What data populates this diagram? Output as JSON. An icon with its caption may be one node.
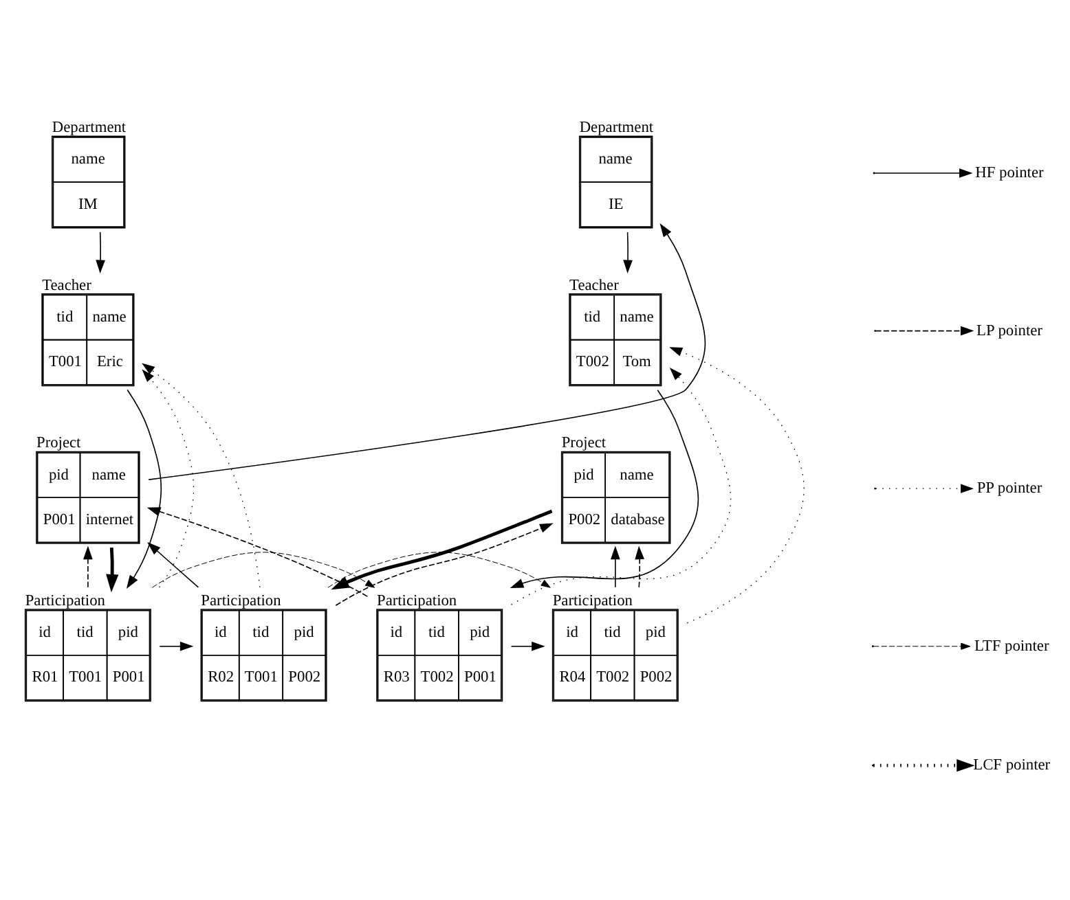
{
  "diagram": {
    "nodes": [
      {
        "text": [
          "Department",
          "name",
          "IM"
        ]
      },
      {
        "text": [
          "Department",
          "name",
          "IE"
        ]
      },
      {
        "text": [
          "Teacher",
          "tid",
          "name",
          "T001",
          "Eric"
        ]
      },
      {
        "text": [
          "Teacher",
          "tid",
          "name",
          "T002",
          "Tom"
        ]
      },
      {
        "text": [
          "Project",
          "pid",
          "name",
          "P001",
          "internet"
        ]
      },
      {
        "text": [
          "Project",
          "pid",
          "name",
          "P002",
          "database"
        ]
      },
      {
        "text": [
          "Participation",
          "id",
          "tid",
          "pid",
          "R01",
          "T001",
          "P001"
        ]
      },
      {
        "text": [
          "Participation",
          "id",
          "tid",
          "pid",
          "R02",
          "T001",
          "P002"
        ]
      },
      {
        "text": [
          "Participation",
          "id",
          "tid",
          "pid",
          "R03",
          "T002",
          "P001"
        ]
      },
      {
        "text": [
          "Participation",
          "id",
          "tid",
          "pid",
          "R04",
          "T002",
          "P002"
        ]
      }
    ],
    "edges": [
      {
        "from": 0,
        "to": 2,
        "arrow": "to"
      },
      {
        "from": 1,
        "to": 3,
        "arrow": "to"
      },
      {
        "from": 4,
        "to": 1,
        "arrow": "to"
      },
      {
        "from": 2,
        "to": 6,
        "arrow": "to"
      },
      {
        "from": 6,
        "to": 7,
        "arrow": "to"
      },
      {
        "from": 8,
        "to": 9,
        "arrow": "to"
      },
      {
        "from": 3,
        "to": 8,
        "arrow": "to"
      },
      {
        "from": 7,
        "to": 4,
        "arrow": "to"
      },
      {
        "from": 9,
        "to": 5,
        "arrow": "to"
      },
      {
        "from": 6,
        "to": 4,
        "arrow": "to",
        "style": "dashed"
      },
      {
        "from": 7,
        "to": 5,
        "arrow": "to",
        "style": "dashed"
      },
      {
        "from": 8,
        "to": 4,
        "arrow": "to",
        "style": "dashed"
      },
      {
        "from": 9,
        "to": 5,
        "arrow": "to",
        "style": "dashed"
      },
      {
        "from": 6,
        "to": 2,
        "arrow": "to",
        "style": "dashed"
      },
      {
        "from": 7,
        "to": 2,
        "arrow": "to",
        "style": "dashed"
      },
      {
        "from": 8,
        "to": 3,
        "arrow": "to",
        "style": "dashed"
      },
      {
        "from": 9,
        "to": 3,
        "arrow": "to",
        "style": "dashed"
      },
      {
        "from": 6,
        "to": 8,
        "arrow": "to",
        "style": "dashed"
      },
      {
        "from": 7,
        "to": 9,
        "arrow": "to",
        "style": "dashed"
      },
      {
        "from": 4,
        "to": 6,
        "arrow": "to",
        "style": "thick"
      },
      {
        "from": 5,
        "to": 7,
        "arrow": "to",
        "style": "thick"
      }
    ],
    "legend": [
      {
        "text": "HF pointer"
      },
      {
        "text": "LP pointer"
      },
      {
        "text": "PP pointer"
      },
      {
        "text": "LTF pointer"
      },
      {
        "text": "LCF pointer"
      }
    ]
  }
}
